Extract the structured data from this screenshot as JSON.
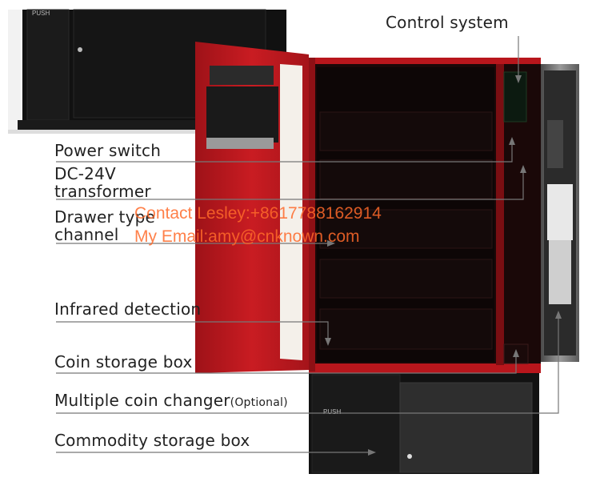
{
  "labels": {
    "control_system": "Control system",
    "power_switch": "Power switch",
    "dc_line1": "DC-24V",
    "dc_line2": "transformer",
    "drawer_line1": "Drawer type",
    "drawer_line2": "channel",
    "infrared": "Infrared detection",
    "coin_storage": "Coin storage box",
    "coin_changer_main": "Multiple coin changer",
    "coin_changer_opt": "(Optional)",
    "commodity_storage": "Commodity storage box"
  },
  "watermark": {
    "contact": "Contact Lesley:+8617788162914",
    "email": "My Email:amy@cnknown.com"
  },
  "cabinet_text": {
    "push_top": "PUSH",
    "push_bottom": "PUSH"
  },
  "colors": {
    "door_red": "#c51a1f",
    "cabinet_black": "#141414",
    "watermark": "#ff6a2a",
    "line": "#777777"
  }
}
